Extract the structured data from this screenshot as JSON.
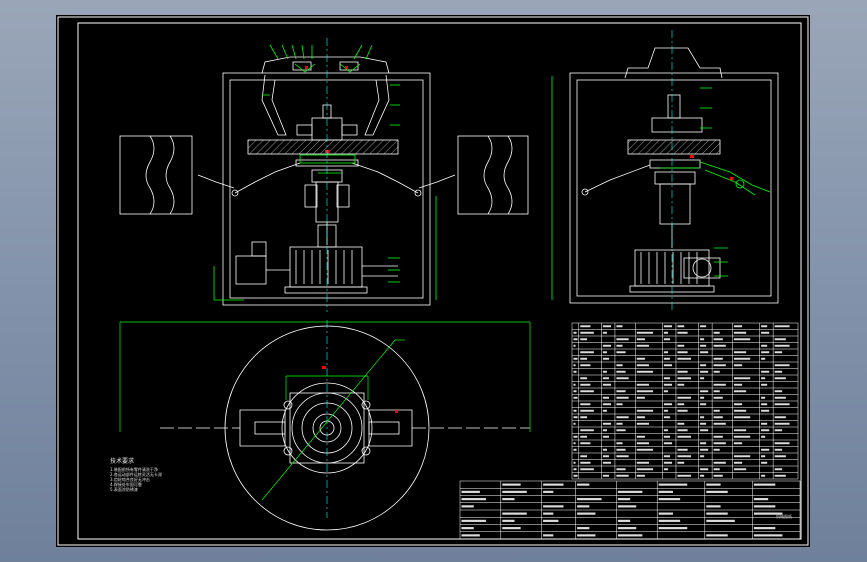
{
  "drawing": {
    "border_color": "#ffffff",
    "line_color": "#ffffff",
    "dimension_color": "#00ff00",
    "center_line_color": "#00ffff",
    "marker_color": "#ff0000",
    "notes_title": "技术要求",
    "notes_lines": [
      "1.装配前所有零件清洗干净",
      "2.各运动部件运转灵活无卡滞",
      "3.齿轮啮合良好无冲击",
      "4.焊接处牢固可靠",
      "5.表面涂防锈漆"
    ],
    "stamp_text": "机械图纸"
  },
  "parts_table": {
    "row_count": 24,
    "column_count": 12
  },
  "title_block": {
    "row_count": 8,
    "column_count": 8
  }
}
